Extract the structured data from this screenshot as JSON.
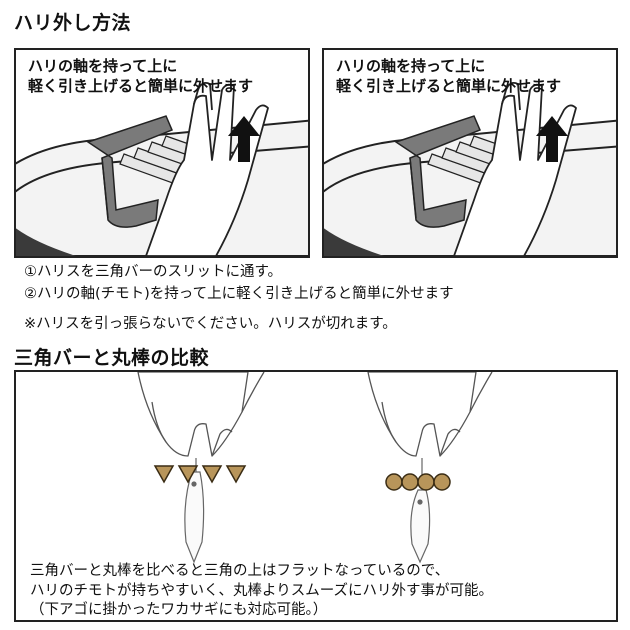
{
  "section1": {
    "title": "ハリ外し方法",
    "panels": [
      {
        "caption_line1": "ハリの軸を持って上に",
        "caption_line2": "軽く引き上げると簡単に外せます"
      },
      {
        "caption_line1": "ハリの軸を持って上に",
        "caption_line2": "軽く引き上げると簡単に外せます"
      }
    ],
    "notes": [
      "①ハリスを三角バーのスリットに通す。",
      "②ハリの軸(チモト)を持って上に軽く引き上げると簡単に外せます"
    ],
    "warning": "※ハリスを引っ張らないでください。ハリスが切れます。"
  },
  "section2": {
    "title": "三角バーと丸棒の比較",
    "description": [
      "三角バーと丸棒を比べると三角の上はフラットなっているので、",
      "ハリのチモトが持ちやすいく、丸棒よりスムーズにハリ外す事が可能。",
      "（下アゴに掛かったワカサギにも対応可能。）"
    ]
  },
  "colors": {
    "bar_gold": "#b8955a",
    "bar_outline": "#3a2c14",
    "tray_dark": "#3a3a3a",
    "bracket_gray": "#7a7a7a",
    "arrow_black": "#111111"
  }
}
